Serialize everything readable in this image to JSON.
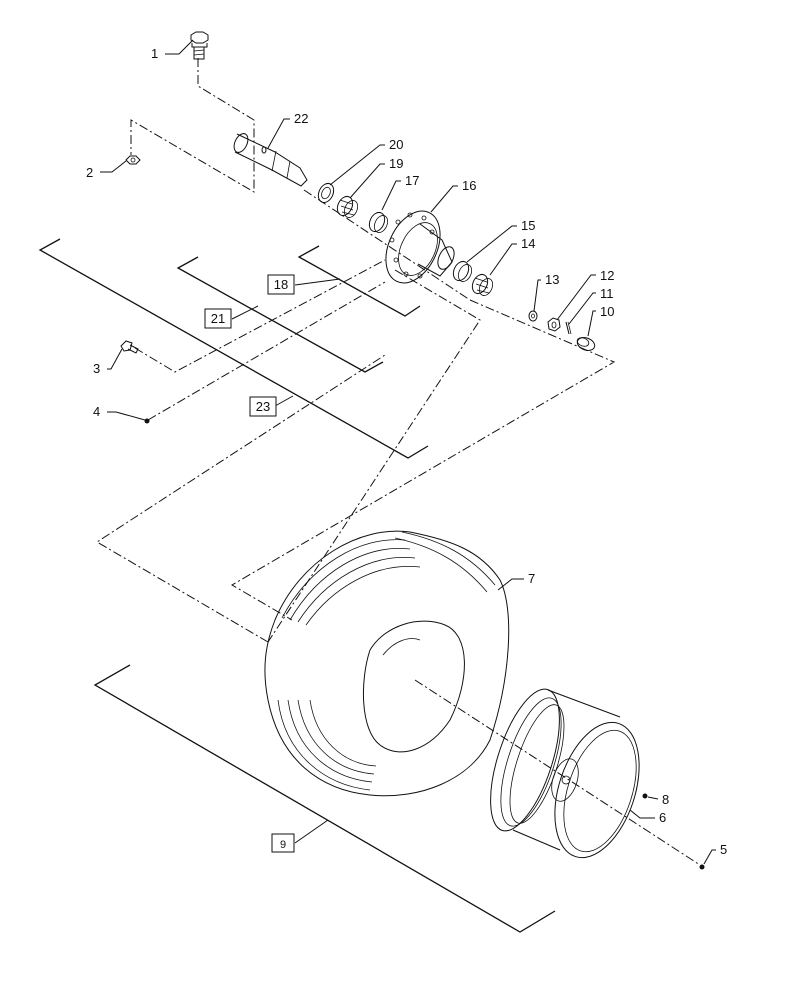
{
  "callouts": [
    {
      "id": "1",
      "label": "1"
    },
    {
      "id": "2",
      "label": "2"
    },
    {
      "id": "3",
      "label": "3"
    },
    {
      "id": "4",
      "label": "4"
    },
    {
      "id": "5",
      "label": "5"
    },
    {
      "id": "6",
      "label": "6"
    },
    {
      "id": "7",
      "label": "7"
    },
    {
      "id": "8",
      "label": "8"
    },
    {
      "id": "10",
      "label": "10"
    },
    {
      "id": "11",
      "label": "11"
    },
    {
      "id": "12",
      "label": "12"
    },
    {
      "id": "13",
      "label": "13"
    },
    {
      "id": "14",
      "label": "14"
    },
    {
      "id": "15",
      "label": "15"
    },
    {
      "id": "16",
      "label": "16"
    },
    {
      "id": "17",
      "label": "17"
    },
    {
      "id": "19",
      "label": "19"
    },
    {
      "id": "20",
      "label": "20"
    },
    {
      "id": "22",
      "label": "22"
    }
  ],
  "boxed_callouts": [
    {
      "id": "9",
      "label": "9"
    },
    {
      "id": "18",
      "label": "18"
    },
    {
      "id": "21",
      "label": "21"
    },
    {
      "id": "23",
      "label": "23"
    }
  ]
}
